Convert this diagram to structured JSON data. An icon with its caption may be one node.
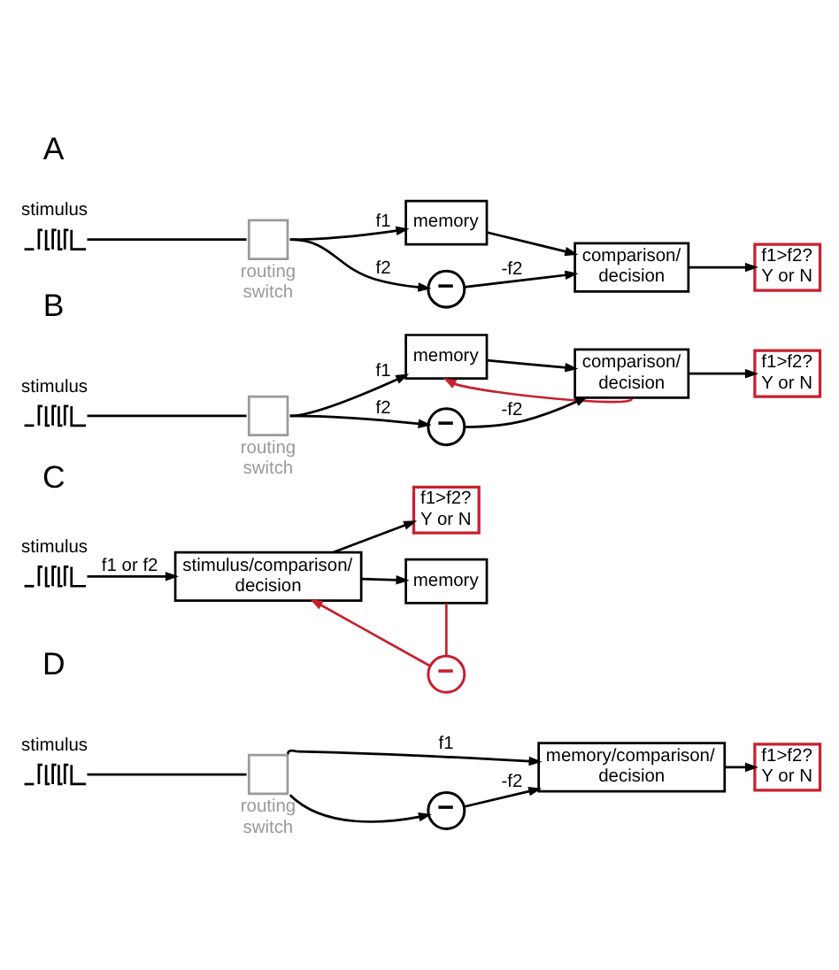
{
  "diagram": {
    "nodes": [
      {
        "text": [
          "stimulus"
        ]
      },
      {
        "text": [
          "routing switch"
        ]
      },
      {
        "text": [
          "memory"
        ]
      },
      {
        "text": [
          "comparison/ decision"
        ]
      },
      {
        "text": [
          "f1>f2? Y or N"
        ]
      },
      {
        "text": [
          "−"
        ]
      },
      {
        "text": [
          "stimulus"
        ]
      },
      {
        "text": [
          "routing switch"
        ]
      },
      {
        "text": [
          "memory"
        ]
      },
      {
        "text": [
          "comparison/ decision"
        ]
      },
      {
        "text": [
          "f1>f2? Y or N"
        ]
      },
      {
        "text": [
          "−"
        ]
      },
      {
        "text": [
          "stimulus"
        ]
      },
      {
        "text": [
          "stimulus/comparison/ decision"
        ]
      },
      {
        "text": [
          "f1>f2? Y or N"
        ]
      },
      {
        "text": [
          "memory"
        ]
      },
      {
        "text": [
          "−"
        ]
      },
      {
        "text": [
          "stimulus"
        ]
      },
      {
        "text": [
          "routing switch"
        ]
      },
      {
        "text": [
          "−"
        ]
      },
      {
        "text": [
          "memory/comparison/ decision"
        ]
      },
      {
        "text": [
          "f1>f2? Y or N"
        ]
      }
    ],
    "edges": [
      {
        "from": 0,
        "to": 1,
        "arrow": "none"
      },
      {
        "from": 1,
        "to": 2,
        "arrow": "to",
        "label": "f1"
      },
      {
        "from": 1,
        "to": 5,
        "arrow": "to",
        "label": "f2"
      },
      {
        "from": 2,
        "to": 3,
        "arrow": "to"
      },
      {
        "from": 5,
        "to": 3,
        "arrow": "to",
        "label": "-f2"
      },
      {
        "from": 3,
        "to": 4,
        "arrow": "to"
      },
      {
        "from": 6,
        "to": 7,
        "arrow": "none"
      },
      {
        "from": 7,
        "to": 8,
        "arrow": "to",
        "label": "f1"
      },
      {
        "from": 7,
        "to": 11,
        "arrow": "to",
        "label": "f2"
      },
      {
        "from": 8,
        "to": 9,
        "arrow": "to"
      },
      {
        "from": 11,
        "to": 9,
        "arrow": "to",
        "label": "-f2"
      },
      {
        "from": 9,
        "to": 10,
        "arrow": "to"
      },
      {
        "from": 9,
        "to": 8,
        "arrow": "to",
        "color": "#c8202f"
      },
      {
        "from": 12,
        "to": 13,
        "arrow": "to",
        "label": "f1 or f2"
      },
      {
        "from": 13,
        "to": 14,
        "arrow": "to"
      },
      {
        "from": 13,
        "to": 15,
        "arrow": "to"
      },
      {
        "from": 15,
        "to": 16,
        "arrow": "none",
        "color": "#c8202f"
      },
      {
        "from": 16,
        "to": 13,
        "arrow": "to",
        "color": "#c8202f"
      },
      {
        "from": 17,
        "to": 18,
        "arrow": "none"
      },
      {
        "from": 18,
        "to": 19,
        "arrow": "to"
      },
      {
        "from": 18,
        "to": 20,
        "arrow": "to",
        "label": "f1"
      },
      {
        "from": 19,
        "to": 20,
        "arrow": "to",
        "label": "-f2"
      },
      {
        "from": 20,
        "to": 21,
        "arrow": "to"
      }
    ],
    "labels": [
      "A",
      "B",
      "C",
      "D"
    ]
  }
}
